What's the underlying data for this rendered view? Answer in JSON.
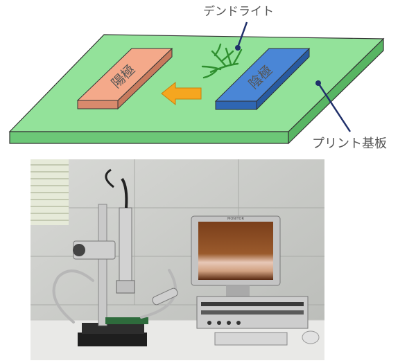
{
  "diagram": {
    "labels": {
      "dendrite": "デンドライト",
      "anode": "陽極",
      "cathode": "陰極",
      "board": "プリント基板"
    },
    "colors": {
      "board": "#93e29a",
      "anode": "#f4a98a",
      "cathode": "#4a86d6",
      "arrow": "#f5a61f",
      "dendrite": "#2f8f2f",
      "leader": "#1f2f6a",
      "label_text": "#555555"
    }
  },
  "photo": {
    "screen_label": "MONITOR",
    "colors": {
      "wall": "#cfd1cd",
      "desk": "#e9e9e7",
      "screen_brown": "#8a4a22",
      "screen_band": "#e8c8b8"
    }
  }
}
